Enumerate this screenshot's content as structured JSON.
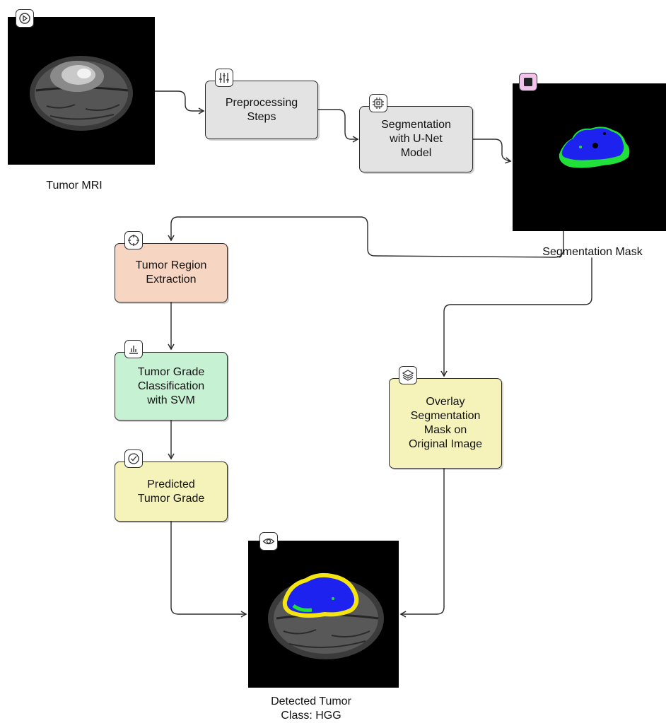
{
  "colors": {
    "gray": "#e3e3e3",
    "orange": "#f6d6c3",
    "green": "#c6f1d3",
    "yellow": "#f5f3b9",
    "line": "#2a2a2a",
    "mask_blue": "#1e22ef",
    "mask_green": "#22e03a",
    "contour_yellow": "#f4e412",
    "badge_stop": "#f2c4ec"
  },
  "nodes": {
    "preprocessing": {
      "label": "Preprocessing\nSteps",
      "icon": "sliders-icon"
    },
    "segmentation": {
      "label": "Segmentation\nwith U-Net\nModel",
      "icon": "chip-icon"
    },
    "region": {
      "label": "Tumor Region\nExtraction",
      "icon": "crosshair-icon"
    },
    "classification": {
      "label": "Tumor Grade\nClassification\nwith SVM",
      "icon": "bar-chart-icon"
    },
    "predicted": {
      "label": "Predicted\nTumor Grade",
      "icon": "check-circle-icon"
    },
    "overlay": {
      "label": "Overlay\nSegmentation\nMask on\nOriginal Image",
      "icon": "layers-icon"
    }
  },
  "images": {
    "mri": {
      "caption": "Tumor MRI",
      "icon": "play-icon"
    },
    "mask": {
      "caption": "Segmentation Mask",
      "icon": "stop-icon"
    },
    "detected": {
      "caption": "Detected Tumor\nClass: HGG",
      "icon": "eye-icon"
    }
  }
}
